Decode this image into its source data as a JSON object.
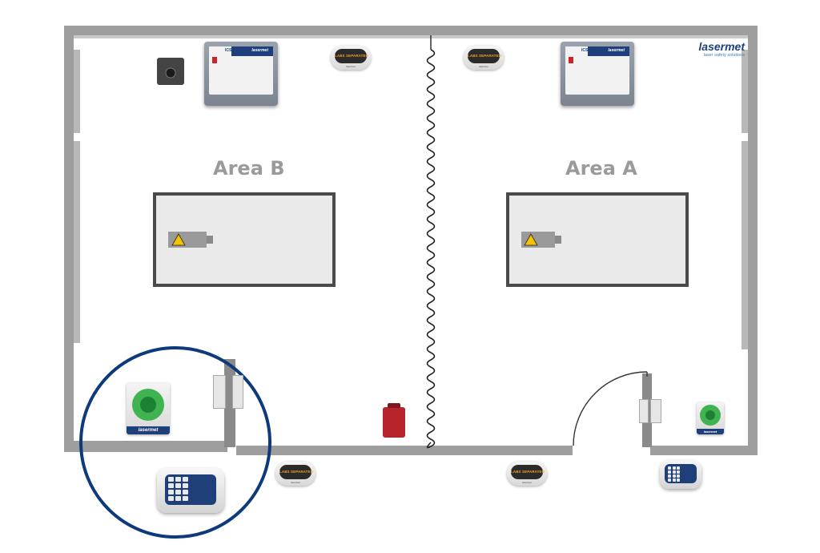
{
  "logo": {
    "brand": "lasermet",
    "tagline": "laser safety solutions",
    "color": "#1f3f7a"
  },
  "areas": [
    {
      "id": "area-b",
      "label": "Area B"
    },
    {
      "id": "area-a",
      "label": "Area A"
    }
  ],
  "signs": {
    "text": "LABS SEPARATED",
    "brand": "lasermet",
    "text_color": "#f0a020"
  },
  "controller": {
    "model": "ICS-9",
    "brand": "lasermet"
  },
  "buttons": {
    "brand": "lasermet"
  },
  "colors": {
    "wall": "#9e9e9e",
    "highlight_circle": "#0d3a7a",
    "warning": "#f5c400",
    "device_blue": "#1f3f7a"
  }
}
